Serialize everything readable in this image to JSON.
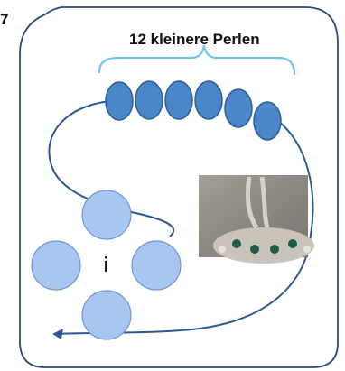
{
  "step_number": "7",
  "title": "12 kleinere Perlen",
  "center_label": "i",
  "colors": {
    "frame": "#2a4a7a",
    "thread": "#2b5a93",
    "small_bead_fill": "#4a86c8",
    "small_bead_stroke": "#2d5f9a",
    "large_bead_fill": "#a9c6ef",
    "large_bead_stroke": "#6f97cf",
    "brace": "#6fc3f0"
  },
  "small_bead_count": 6,
  "large_bead_count": 4,
  "photo": {
    "description_icon": "beaded-pendant-photo-icon"
  }
}
